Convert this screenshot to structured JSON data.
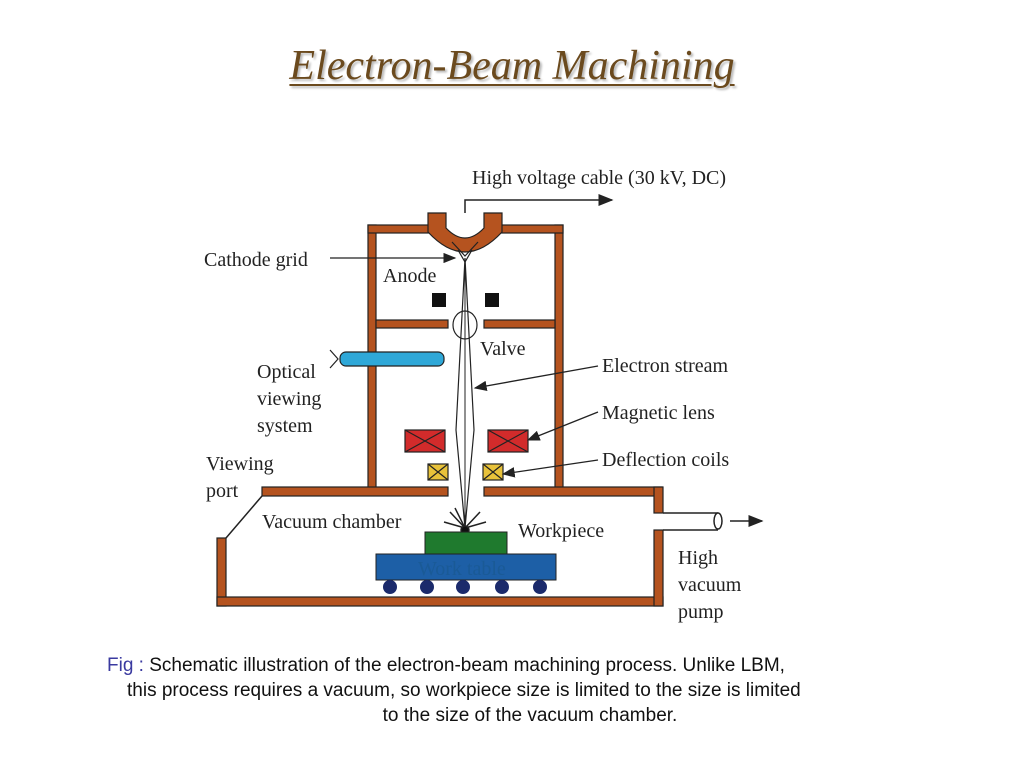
{
  "title": "Electron-Beam Machining",
  "labels": {
    "high_voltage_cable": "High voltage cable (30 kV, DC)",
    "cathode_grid": "Cathode grid",
    "anode": "Anode",
    "valve": "Valve",
    "optical_line1": "Optical",
    "optical_line2": "viewing",
    "optical_line3": "system",
    "electron_stream": "Electron stream",
    "magnetic_lens": "Magnetic lens",
    "deflection_coils": "Deflection coils",
    "viewing_port_line1": "Viewing",
    "viewing_port_line2": "port",
    "vacuum_chamber": "Vacuum chamber",
    "workpiece": "Workpiece",
    "work_table": "Work table",
    "pump_line1": "High",
    "pump_line2": "vacuum",
    "pump_line3": "pump"
  },
  "caption": {
    "prefix": "Fig :",
    "line1": "Schematic illustration of the electron-beam machining process. Unlike LBM,",
    "line2": "this process requires a vacuum, so workpiece size is limited to the size is limited",
    "line3": "to the size of the vacuum chamber."
  },
  "colors": {
    "wall": "#b5531f",
    "lens": "#d22b2b",
    "coil": "#e8c23a",
    "workpiece": "#1f7a2e",
    "work_table": "#1d5fa6",
    "rollers": "#1b2a6b",
    "optical_tube": "#2fa8d8",
    "anode_block": "#111111",
    "title": "#6b4a1e"
  }
}
